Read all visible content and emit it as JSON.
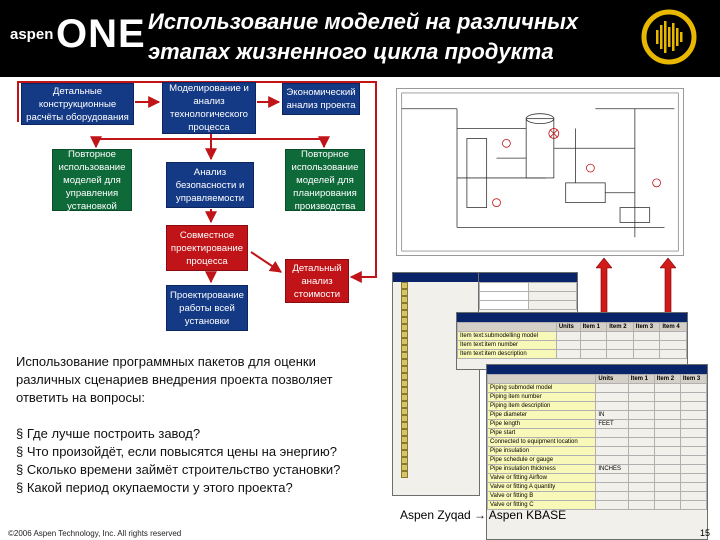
{
  "header": {
    "logo_small": "aspen",
    "logo_big": "ONE",
    "title_line1": "Использование моделей на различных",
    "title_line2": "этапах жизненного цикла продукта",
    "emblem_icon": "aspen-soundwave-emblem-icon"
  },
  "flow": {
    "nodes": {
      "detailed_design": "Детальные конструкционные расчёты оборудования",
      "process_modeling": "Моделирование и анализ технологического процесса",
      "economic_analysis": "Экономический анализ проекта",
      "reuse_control": "Повторное использование моделей для управления установкой",
      "safety_analysis": "Анализ безопасности и управляемости",
      "reuse_planning": "Повторное использование моделей для планирования производства",
      "joint_design": "Совместное проектирование процесса",
      "cost_analysis": "Детальный анализ стоимости",
      "operations_design": "Проектирование работы всей установки"
    }
  },
  "description": {
    "intro": "Использование программных пакетов для оценки различных сценариев внедрения проекта позволяет ответить на вопросы:",
    "questions": [
      "§ Где лучше построить завод?",
      "§ Что произойдёт, если повысятся цены на энергию?",
      "§ Сколько времени займёт строительство установки?",
      "§ Какой период окупаемости у этого проекта?"
    ]
  },
  "footer": {
    "copyright": "©2006 Aspen Technology, Inc. All rights reserved",
    "page_number": "15"
  },
  "right": {
    "caption": "Aspen Zyqad  → Aspen KBASE",
    "arrow_color": "#d21a1a",
    "table1": {
      "headers": [
        "",
        "Units",
        "Item 1",
        "Item 2",
        "Item 3",
        "Item 4"
      ],
      "rows": [
        [
          "Item text:submodelling model",
          "",
          "",
          "",
          "",
          ""
        ],
        [
          "Item text:item number",
          "",
          "",
          "",
          "",
          ""
        ],
        [
          "Item text:item description",
          "",
          "",
          "",
          "",
          ""
        ]
      ]
    },
    "table2": {
      "headers": [
        "",
        "Units",
        "Item 1",
        "Item 2",
        "Item 3"
      ],
      "rows": [
        [
          "Piping submodel model",
          "",
          "",
          "",
          ""
        ],
        [
          "Piping item number",
          "",
          "",
          "",
          ""
        ],
        [
          "Piping item description",
          "",
          "",
          "",
          ""
        ],
        [
          "Pipe diameter",
          "IN",
          "",
          "",
          ""
        ],
        [
          "Pipe length",
          "FEET",
          "",
          "",
          ""
        ],
        [
          "Pipe start",
          "",
          "",
          "",
          ""
        ],
        [
          "Connected to equipment location",
          "",
          "",
          "",
          ""
        ],
        [
          "Pipe insulation",
          "",
          "",
          "",
          ""
        ],
        [
          "Pipe schedule or gauge",
          "",
          "",
          "",
          ""
        ],
        [
          "Pipe insulation thickness",
          "INCHES",
          "",
          "",
          ""
        ],
        [
          "Valve or fitting Airflow",
          "",
          "",
          "",
          ""
        ],
        [
          "Valve or fitting A quantity",
          "",
          "",
          "",
          ""
        ],
        [
          "Valve or fitting B",
          "",
          "",
          "",
          ""
        ],
        [
          "Valve or fitting C",
          "",
          "",
          "",
          ""
        ]
      ]
    }
  }
}
